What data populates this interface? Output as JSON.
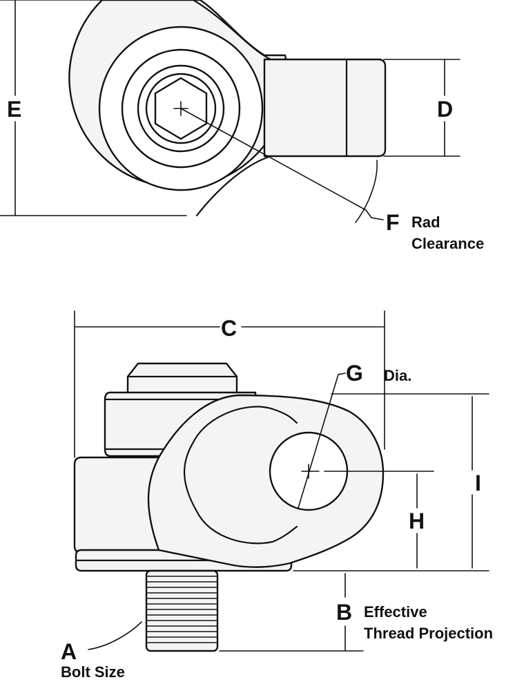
{
  "labels": {
    "a": "A",
    "a_text": "Bolt Size",
    "b": "B",
    "b_text_1": "Effective",
    "b_text_2": "Thread Projection",
    "c": "C",
    "d": "D",
    "e": "E",
    "f": "F",
    "f_text_1": "Rad",
    "f_text_2": "Clearance",
    "g": "G",
    "g_text": "Dia.",
    "h": "H",
    "i": "I"
  }
}
